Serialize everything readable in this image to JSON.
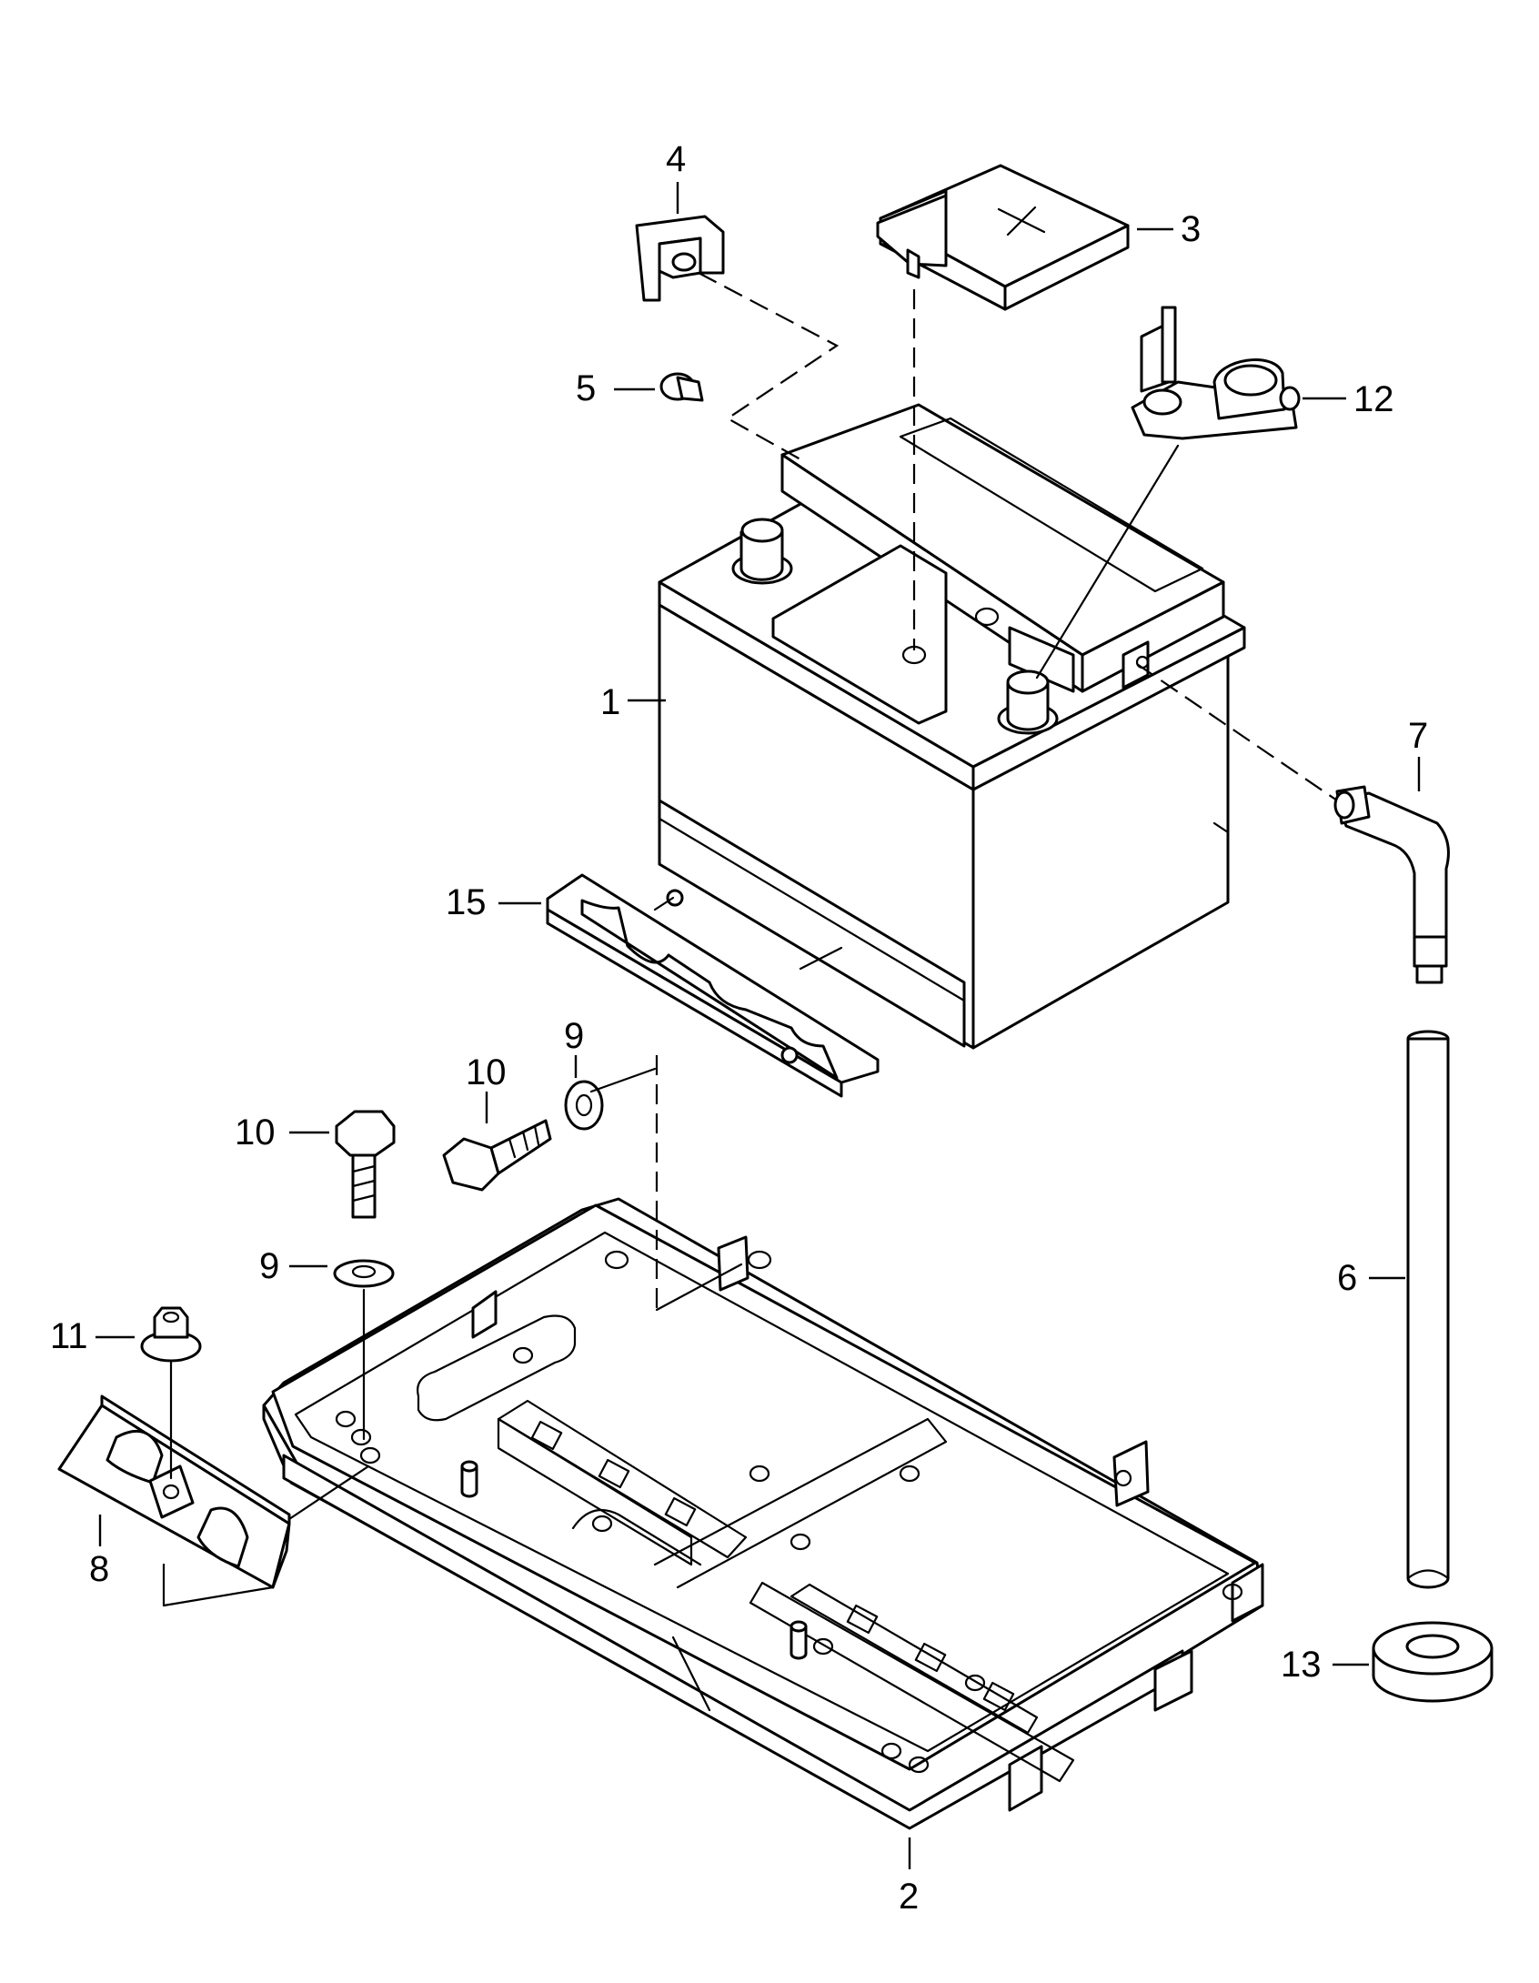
{
  "diagram": {
    "type": "exploded-parts-diagram",
    "labels": {
      "p1": "1",
      "p2": "2",
      "p3": "3",
      "p4": "4",
      "p5": "5",
      "p6": "6",
      "p7": "7",
      "p8": "8",
      "p9a": "9",
      "p9b": "9",
      "p10a": "10",
      "p10b": "10",
      "p11": "11",
      "p12": "12",
      "p13": "13",
      "p15": "15"
    },
    "cover_symbol": "+"
  }
}
